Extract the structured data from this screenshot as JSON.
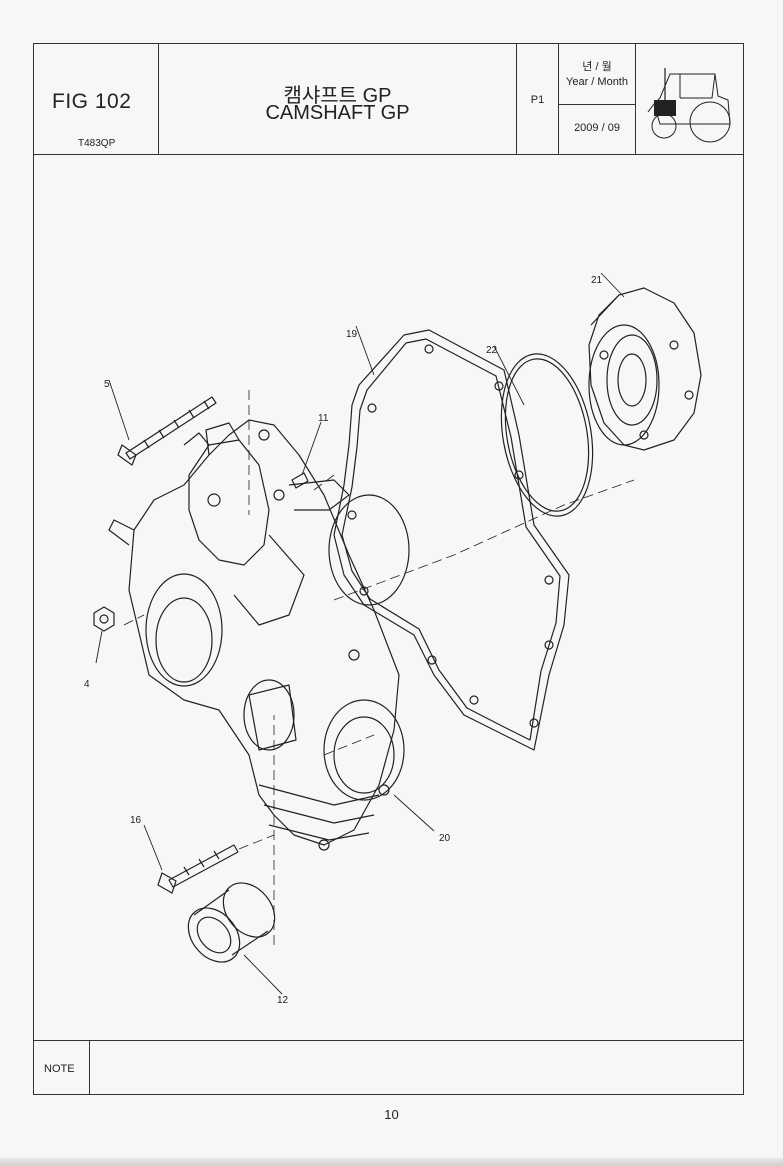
{
  "header": {
    "fig_label": "FIG 102",
    "fig_code": "T483QP",
    "title_ko": "캠샤프트 GP",
    "title_en": "CAMSHAFT GP",
    "page": "P1",
    "date_label_ko": "년 / 월",
    "date_label_en": "Year / Month",
    "date_value": "2009 / 09",
    "icon": "tractor-icon"
  },
  "callouts": {
    "c21": "21",
    "c19": "19",
    "c22": "22",
    "c5": "5",
    "c11": "11",
    "c4": "4",
    "c16": "16",
    "c20": "20",
    "c12": "12"
  },
  "note": {
    "label": "NOTE",
    "text": ""
  },
  "footer": {
    "page_number": "10"
  },
  "colors": {
    "line": "#222222",
    "border": "#333333",
    "paper": "#f7f7f5"
  }
}
